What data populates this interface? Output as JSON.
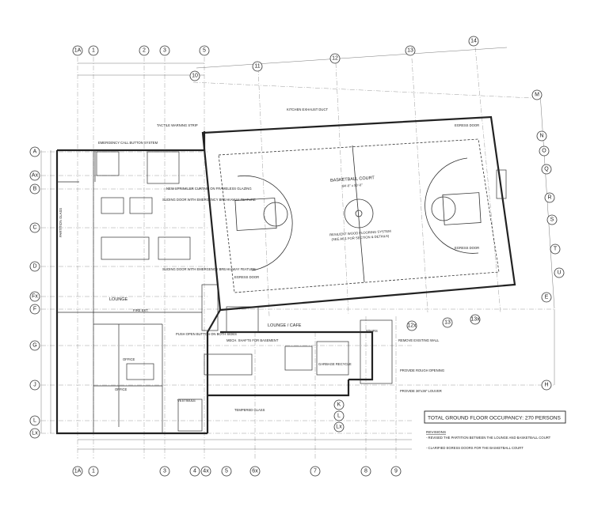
{
  "columns_top": [
    "1A",
    "1",
    "2",
    "3",
    "5",
    "10",
    "11",
    "12",
    "13",
    "14"
  ],
  "columns_bottom": [
    "1A",
    "1",
    "3",
    "4",
    "4x",
    "5",
    "6x",
    "7",
    "8",
    "9"
  ],
  "rows_left": [
    "A",
    "Ax",
    "B",
    "C",
    "D",
    "Fx",
    "F",
    "G",
    "J",
    "L",
    "Lx"
  ],
  "rows_right": [
    "M",
    "N",
    "O",
    "Q",
    "R",
    "S",
    "T",
    "U",
    "E",
    "H"
  ],
  "extra_markers": [
    "12x",
    "13",
    "13x",
    "K",
    "L",
    "Lx"
  ],
  "rooms": {
    "court": "BASKETBALL COURT",
    "court_dim": "84'-0\" x 50'-0\"",
    "court_floor": "RESILIENT WOOD FLOORING SYSTEM",
    "court_floor_note": "(SEE A6.1 FOR SECTION & DETAILS)",
    "lounge": "LOUNGE",
    "lounge_cafe": "LOUNGE / CAFE",
    "office1": "OFFICE",
    "office2": "OFFICE",
    "vestibule": "VESTIBULE",
    "stairs": "STAIRS",
    "garbage": "GARBAGE RECYCLE",
    "egress1": "EGRESS DOOR",
    "egress2": "EGRESS DOOR",
    "egress3": "EGRESS DOOR"
  },
  "notes": {
    "sliding_door": "SLIDING DOOR WITH EMERGENCY BREAKAWAY FEATURE",
    "sliding_door_2": "SLIDING DOOR WITH EMERGENCY BREAKAWAY FEATURE",
    "fire_curtain": "NEW SPRINKLER CURTAIN ON FRAMELESS GLAZING",
    "emergency_btn": "EMERGENCY CALL BUTTON SYSTEM",
    "tactile": "TACTILE WARNING STRIP",
    "kitchen": "KITCHEN EXHAUST DUCT",
    "remove": "REMOVE EXISTING WALL",
    "provide": "PROVIDE ROUGH OPENING",
    "louver": "PROVIDE 36\"x36\" LOUVER",
    "push": "PUSH OPEN BUTTON ON BOTH SIDES",
    "mech": "MECH. SHAFTS FOR BASEMENT",
    "tempered": "TEMPERED GLASS",
    "fire_ext": "FIRE EXT.",
    "partition": "PARTITION GLASS"
  },
  "occupancy": "TOTAL GROUND FLOOR OCCUPANCY: 270 PERSONS",
  "revisions": {
    "heading": "REVISIONS",
    "items": [
      "- REVISED THE PARTITION BETWEEN THE LOUNGE AND BASKETBALL COURT",
      "- CLARIFIED EGRESS DOORS FOR THE BASKETBALL COURT"
    ]
  }
}
